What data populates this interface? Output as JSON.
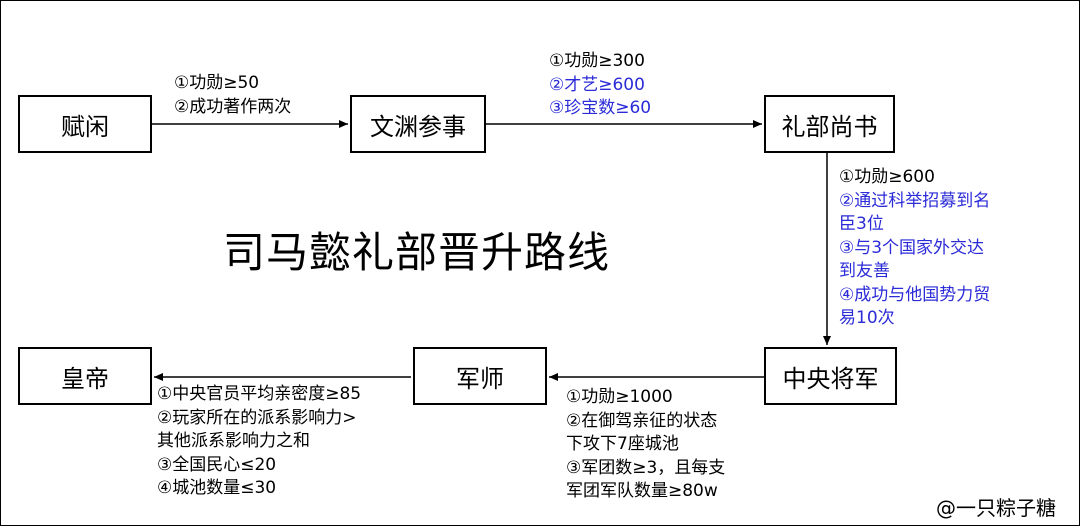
{
  "title": "司马懿礼部晋升路线",
  "nodes": {
    "fuxian": "赋闲",
    "wenyuan": "文渊参事",
    "libu": "礼部尚书",
    "zhongyang": "中央将军",
    "junshi": "军师",
    "huangdi": "皇帝"
  },
  "conditions": {
    "fuxian_to_wenyuan": [
      "①功勋≥50",
      "②成功著作两次"
    ],
    "wenyuan_to_libu": [
      {
        "text": "①功勋≥300",
        "color": "black"
      },
      {
        "text": "②才艺≥600",
        "color": "blue"
      },
      {
        "text": "③珍宝数≥60",
        "color": "blue"
      }
    ],
    "libu_to_zhongyang": [
      {
        "text": "①功勋≥600",
        "color": "black"
      },
      {
        "text": "②通过科举招募到名",
        "color": "blue"
      },
      {
        "text": "臣3位",
        "color": "blue"
      },
      {
        "text": "③与3个国家外交达",
        "color": "blue"
      },
      {
        "text": "到友善",
        "color": "blue"
      },
      {
        "text": "④成功与他国势力贸",
        "color": "blue"
      },
      {
        "text": "易10次",
        "color": "blue"
      }
    ],
    "zhongyang_to_junshi": [
      "①功勋≥1000",
      "②在御驾亲征的状态",
      "下攻下7座城池",
      "③军团数≥3，且每支",
      "军团军队数量≥80w"
    ],
    "junshi_to_huangdi": [
      "①中央官员平均亲密度≥85",
      "②玩家所在的派系影响力>",
      "其他派系影响力之和",
      "③全国民心≤20",
      "④城池数量≤30"
    ]
  },
  "watermark": "@一只粽子糖",
  "colors": {
    "blue": "#2b2bd8",
    "line": "#000000"
  }
}
